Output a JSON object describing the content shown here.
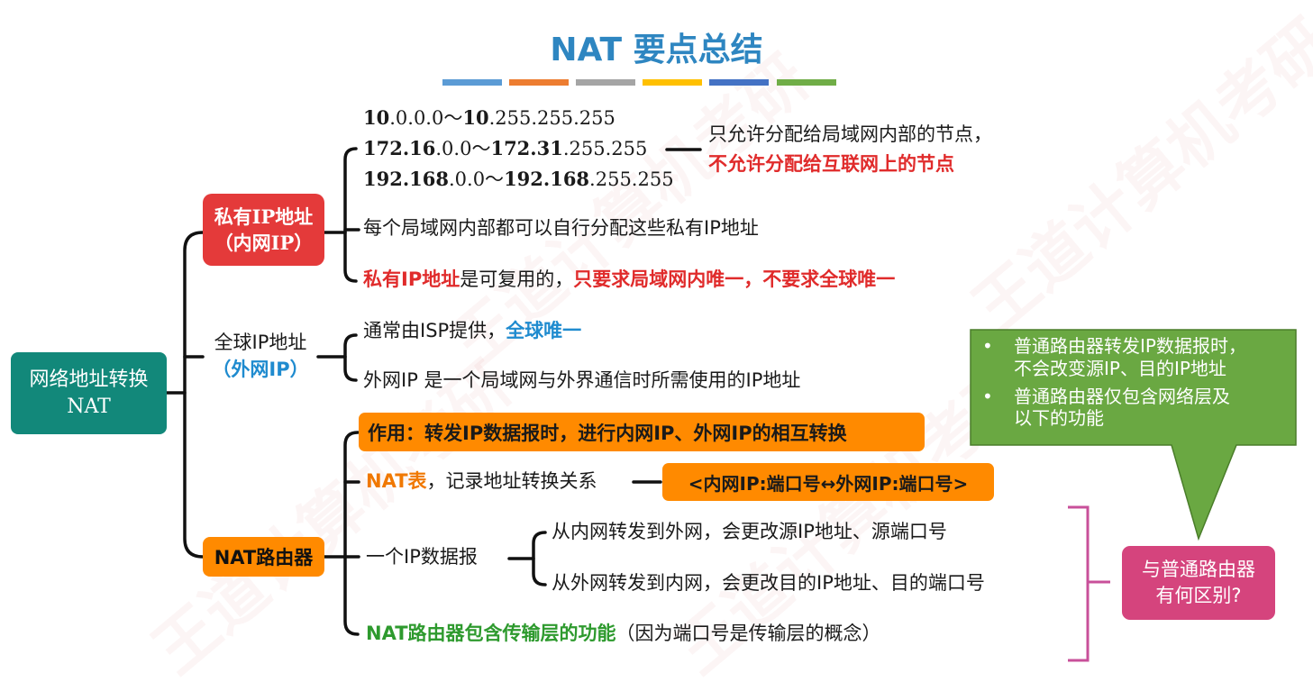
{
  "title": "NAT 要点总结",
  "title_bar_colors": [
    "#5b9bd5",
    "#ed7d31",
    "#a5a5a5",
    "#ffc000",
    "#4472c4",
    "#70ad47"
  ],
  "root": {
    "line1": "网络地址转换",
    "line2": "NAT"
  },
  "private": {
    "label1": "私有IP地址",
    "label2": "（内网IP）",
    "ranges": [
      {
        "a": "10",
        "b": ".0.0.0～",
        "c": "10",
        "d": ".255.255.255"
      },
      {
        "a": "172.16",
        "b": ".0.0～",
        "c": "172.31",
        "d": ".255.255"
      },
      {
        "a": "192.168",
        "b": ".0.0～",
        "c": "192.168",
        "d": ".255.255"
      }
    ],
    "range_note1": "只允许分配给局域网内部的节点，",
    "range_note2": "不允许分配给互联网上的节点",
    "each_lan": "每个局域网内部都可以自行分配这些私有IP地址",
    "reuse_a": "私有IP地址",
    "reuse_b": "是可复用的，",
    "reuse_c": "只要求局域网内唯一，不要求全球唯一"
  },
  "global": {
    "label1": "全球IP地址",
    "label2": "（外网IP）",
    "isp_a": "通常由ISP提供，",
    "isp_b": "全球唯一",
    "usage": "外网IP 是一个局域网与外界通信时所需使用的IP地址"
  },
  "nat_router": {
    "label": "NAT路由器",
    "role": "作用：转发IP数据报时，进行内网IP、外网IP的相互转换",
    "table_a": "NAT表",
    "table_b": "，记录地址转换关系",
    "table_box": "<内网IP:端口号↔外网IP:端口号>",
    "datagram": "一个IP数据报",
    "out": "从内网转发到外网，会更改源IP地址、源端口号",
    "in": "从外网转发到内网，会更改目的IP地址、目的端口号",
    "transport_a": "NAT路由器包含传输层的功能",
    "transport_b": "（因为端口号是传输层的概念）"
  },
  "callout": {
    "b1a": "普通路由器转发IP数据报时，",
    "b1b": "不会改变源IP、目的IP地址",
    "b2a": "普通路由器仅包含网络层及",
    "b2b": "以下的功能"
  },
  "diff_box": {
    "line1": "与普通路由器",
    "line2": "有何区别?"
  },
  "watermark": "王道计算机考研"
}
